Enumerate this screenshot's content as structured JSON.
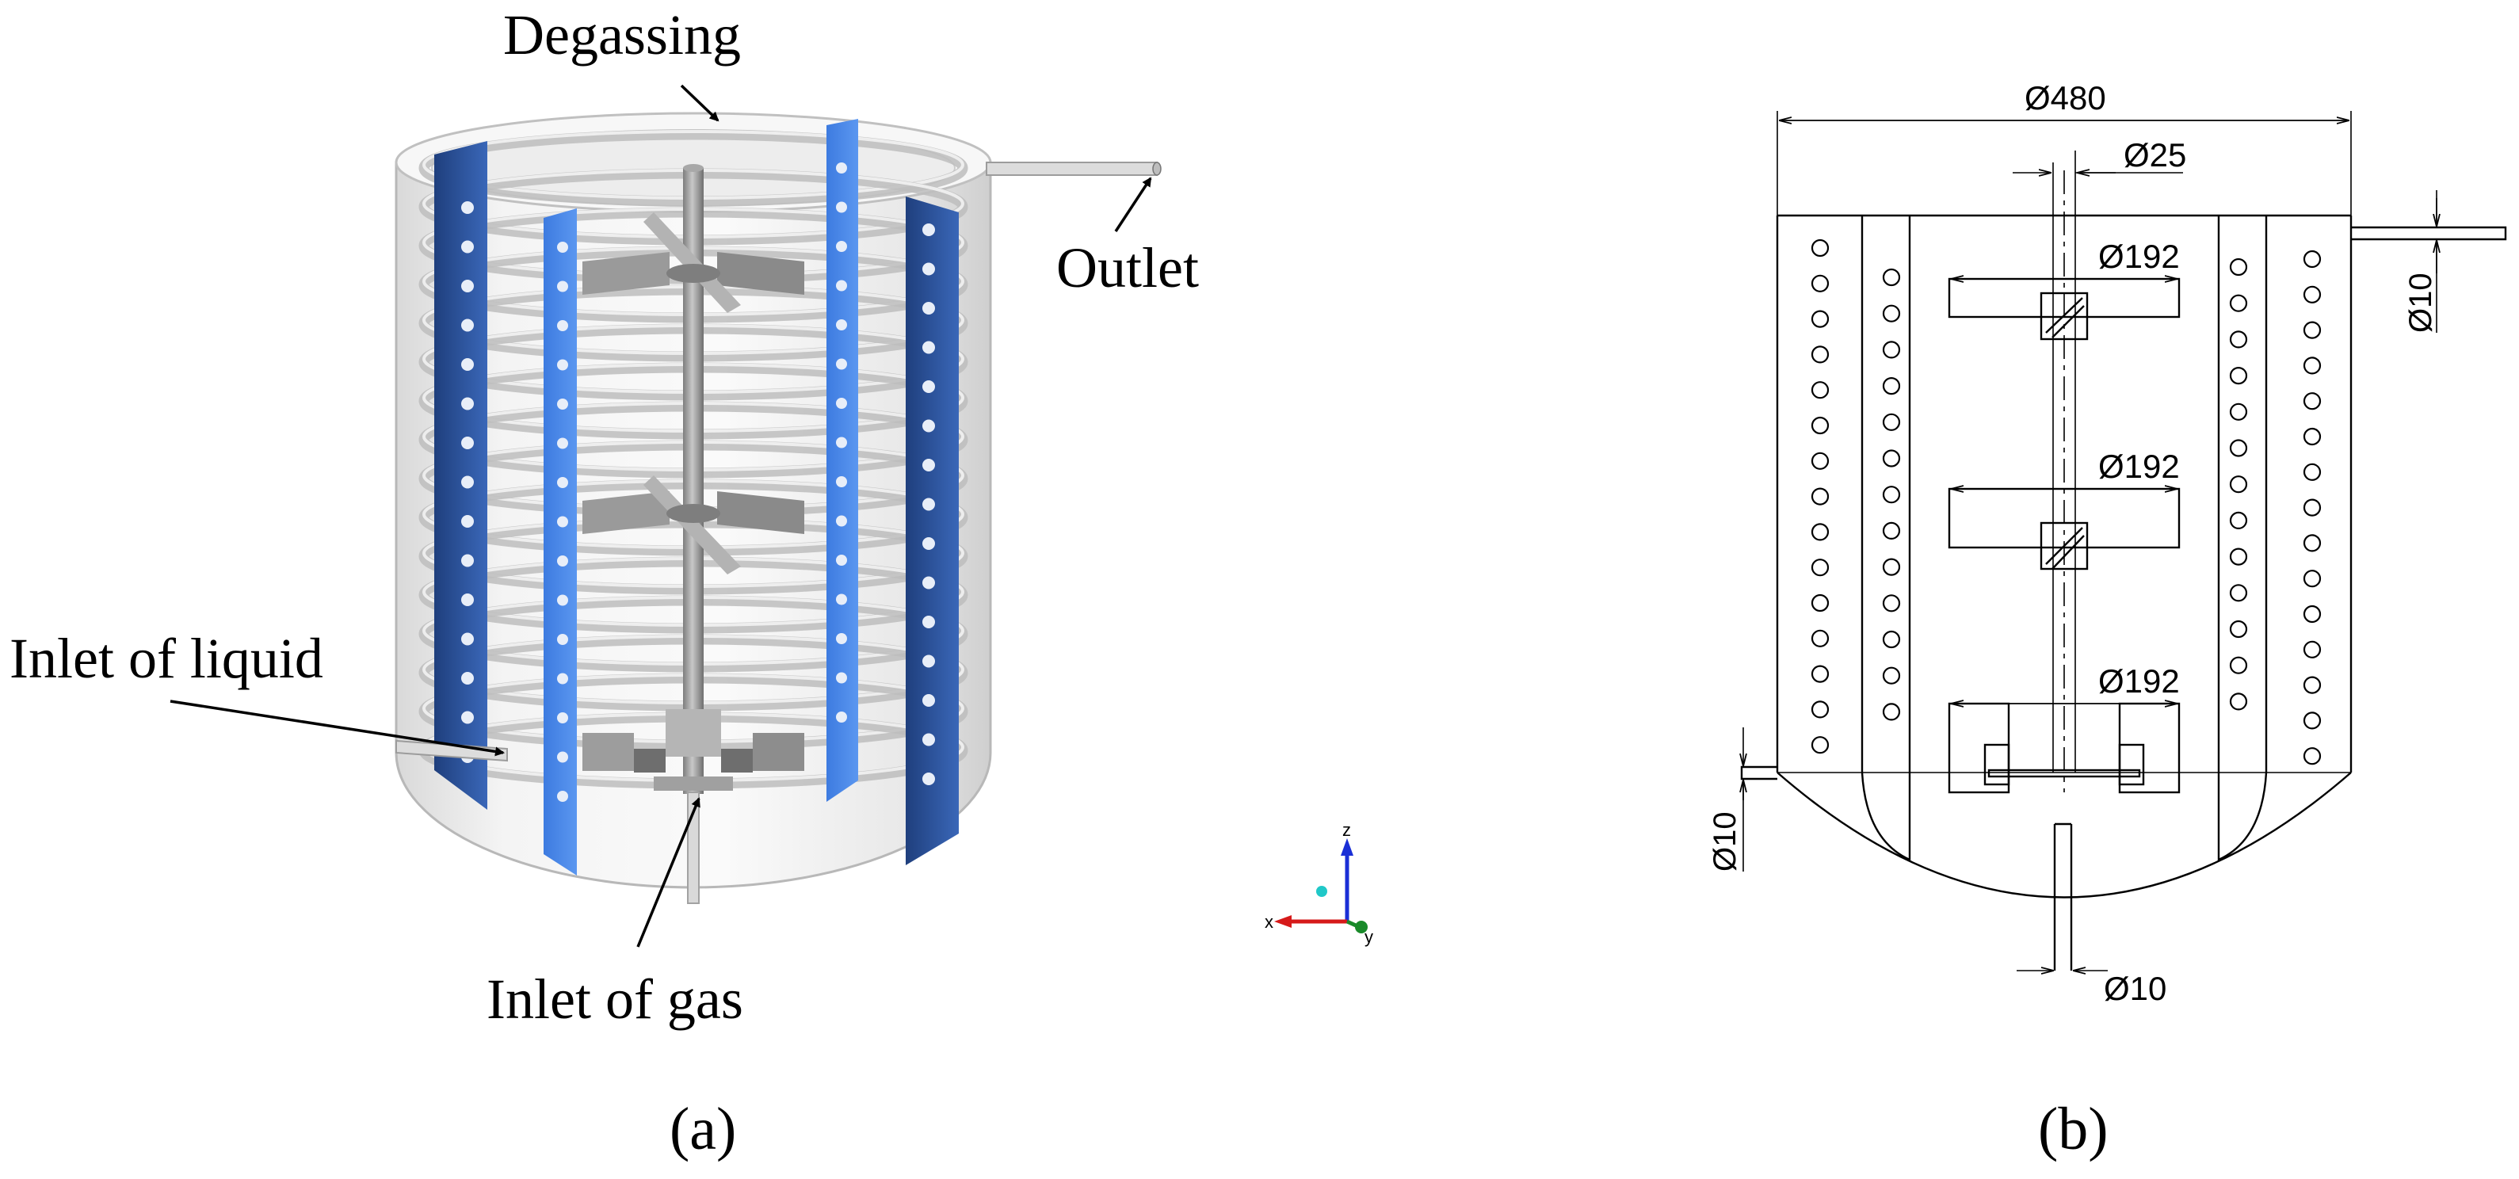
{
  "panel_a": {
    "labels": {
      "degassing": "Degassing",
      "outlet": "Outlet",
      "inlet_liquid": "Inlet of liquid",
      "inlet_gas": "Inlet of gas"
    },
    "axis_triad": {
      "z": "z",
      "x": "x",
      "y": "y"
    },
    "caption": "(a)",
    "colors": {
      "baffle_dark": "#2e56a0",
      "baffle_light": "#4a86e8",
      "vessel": "#e4e4e4",
      "impeller": "#8f8f8f"
    }
  },
  "panel_b": {
    "dimensions": {
      "vessel_diameter": "Ø480",
      "shaft_diameter": "Ø25",
      "impeller_top": "Ø192",
      "impeller_mid": "Ø192",
      "impeller_bottom": "Ø192",
      "outlet_pipe": "Ø10",
      "inlet_liquid_pipe": "Ø10",
      "inlet_gas_pipe": "Ø10"
    },
    "caption": "(b)"
  }
}
